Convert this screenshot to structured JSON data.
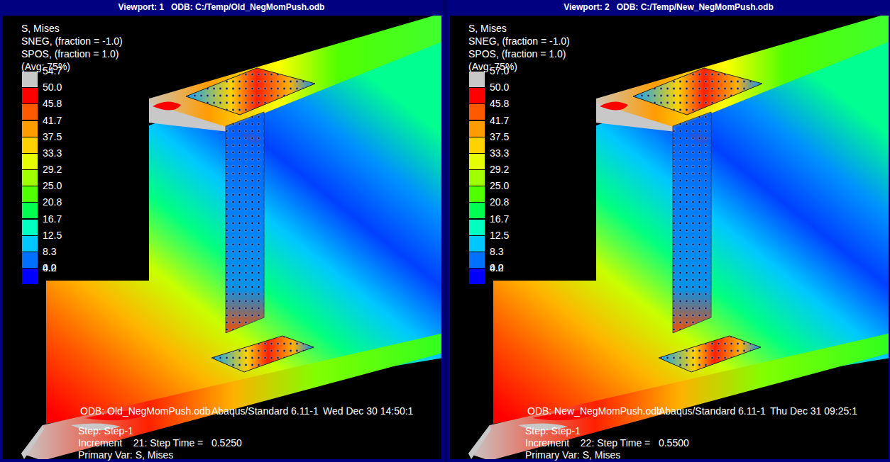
{
  "diagram": {
    "nodes": [
      {
        "text": [
          "Viewport: 1   ODB: C:/Temp/Old_NegMomPush.odb"
        ]
      },
      {
        "text": [
          "Viewport: 2   ODB: C:/Temp/New_NegMomPush.odb"
        ]
      }
    ],
    "labels": [
      "S, Mises",
      "SNEG, (fraction = -1.0)",
      "SPOS, (fraction = 1.0)",
      "(Avg: 75%)",
      "0.0",
      "ODB: Old_NegMomPush.odb",
      "Abaqus/Standard 6.11-1",
      "Wed Dec 30 14:50:1",
      "Step: Step-1",
      "Increment    21: Step Time =   0.5250",
      "Primary Var: S, Mises",
      "S, Mises",
      "SNEG, (fraction = -1.0)",
      "SPOS, (fraction = 1.0)",
      "(Avg: 75%)",
      "0.0",
      "ODB: New_NegMomPush.odb",
      "Abaqus/Standard 6.11-1",
      "Thu Dec 31 09:25:1",
      "Step: Step-1",
      "Increment    22: Step Time =   0.5500",
      "Primary Var: S, Mises"
    ],
    "legend": [
      {
        "text": "54.7",
        "color": "#c8c8c8"
      },
      {
        "text": "50.0",
        "color": "#ff0000"
      },
      {
        "text": "45.8",
        "color": "#ff5a00"
      },
      {
        "text": "41.7",
        "color": "#ff9c00"
      },
      {
        "text": "37.5",
        "color": "#ffd200"
      },
      {
        "text": "33.3",
        "color": "#e6ff00"
      },
      {
        "text": "29.2",
        "color": "#a0ff00"
      },
      {
        "text": "25.0",
        "color": "#50ff00"
      },
      {
        "text": "20.8",
        "color": "#00ff50"
      },
      {
        "text": "16.7",
        "color": "#00ffc0"
      },
      {
        "text": "12.5",
        "color": "#00c8ff"
      },
      {
        "text": "8.3",
        "color": "#0070ff"
      },
      {
        "text": "4.2",
        "color": "#0000ff"
      },
      {
        "text": "57.0",
        "color": "#c8c8c8"
      },
      {
        "text": "50.0",
        "color": "#ff0000"
      },
      {
        "text": "45.8",
        "color": "#ff5a00"
      },
      {
        "text": "41.7",
        "color": "#ff9c00"
      },
      {
        "text": "37.5",
        "color": "#ffd200"
      },
      {
        "text": "33.3",
        "color": "#e6ff00"
      },
      {
        "text": "29.2",
        "color": "#a0ff00"
      },
      {
        "text": "25.0",
        "color": "#50ff00"
      },
      {
        "text": "20.8",
        "color": "#00ff50"
      },
      {
        "text": "16.7",
        "color": "#00ffc0"
      },
      {
        "text": "12.5",
        "color": "#00c8ff"
      },
      {
        "text": "8.3",
        "color": "#0070ff"
      },
      {
        "text": "4.2",
        "color": "#0000ff"
      }
    ]
  }
}
